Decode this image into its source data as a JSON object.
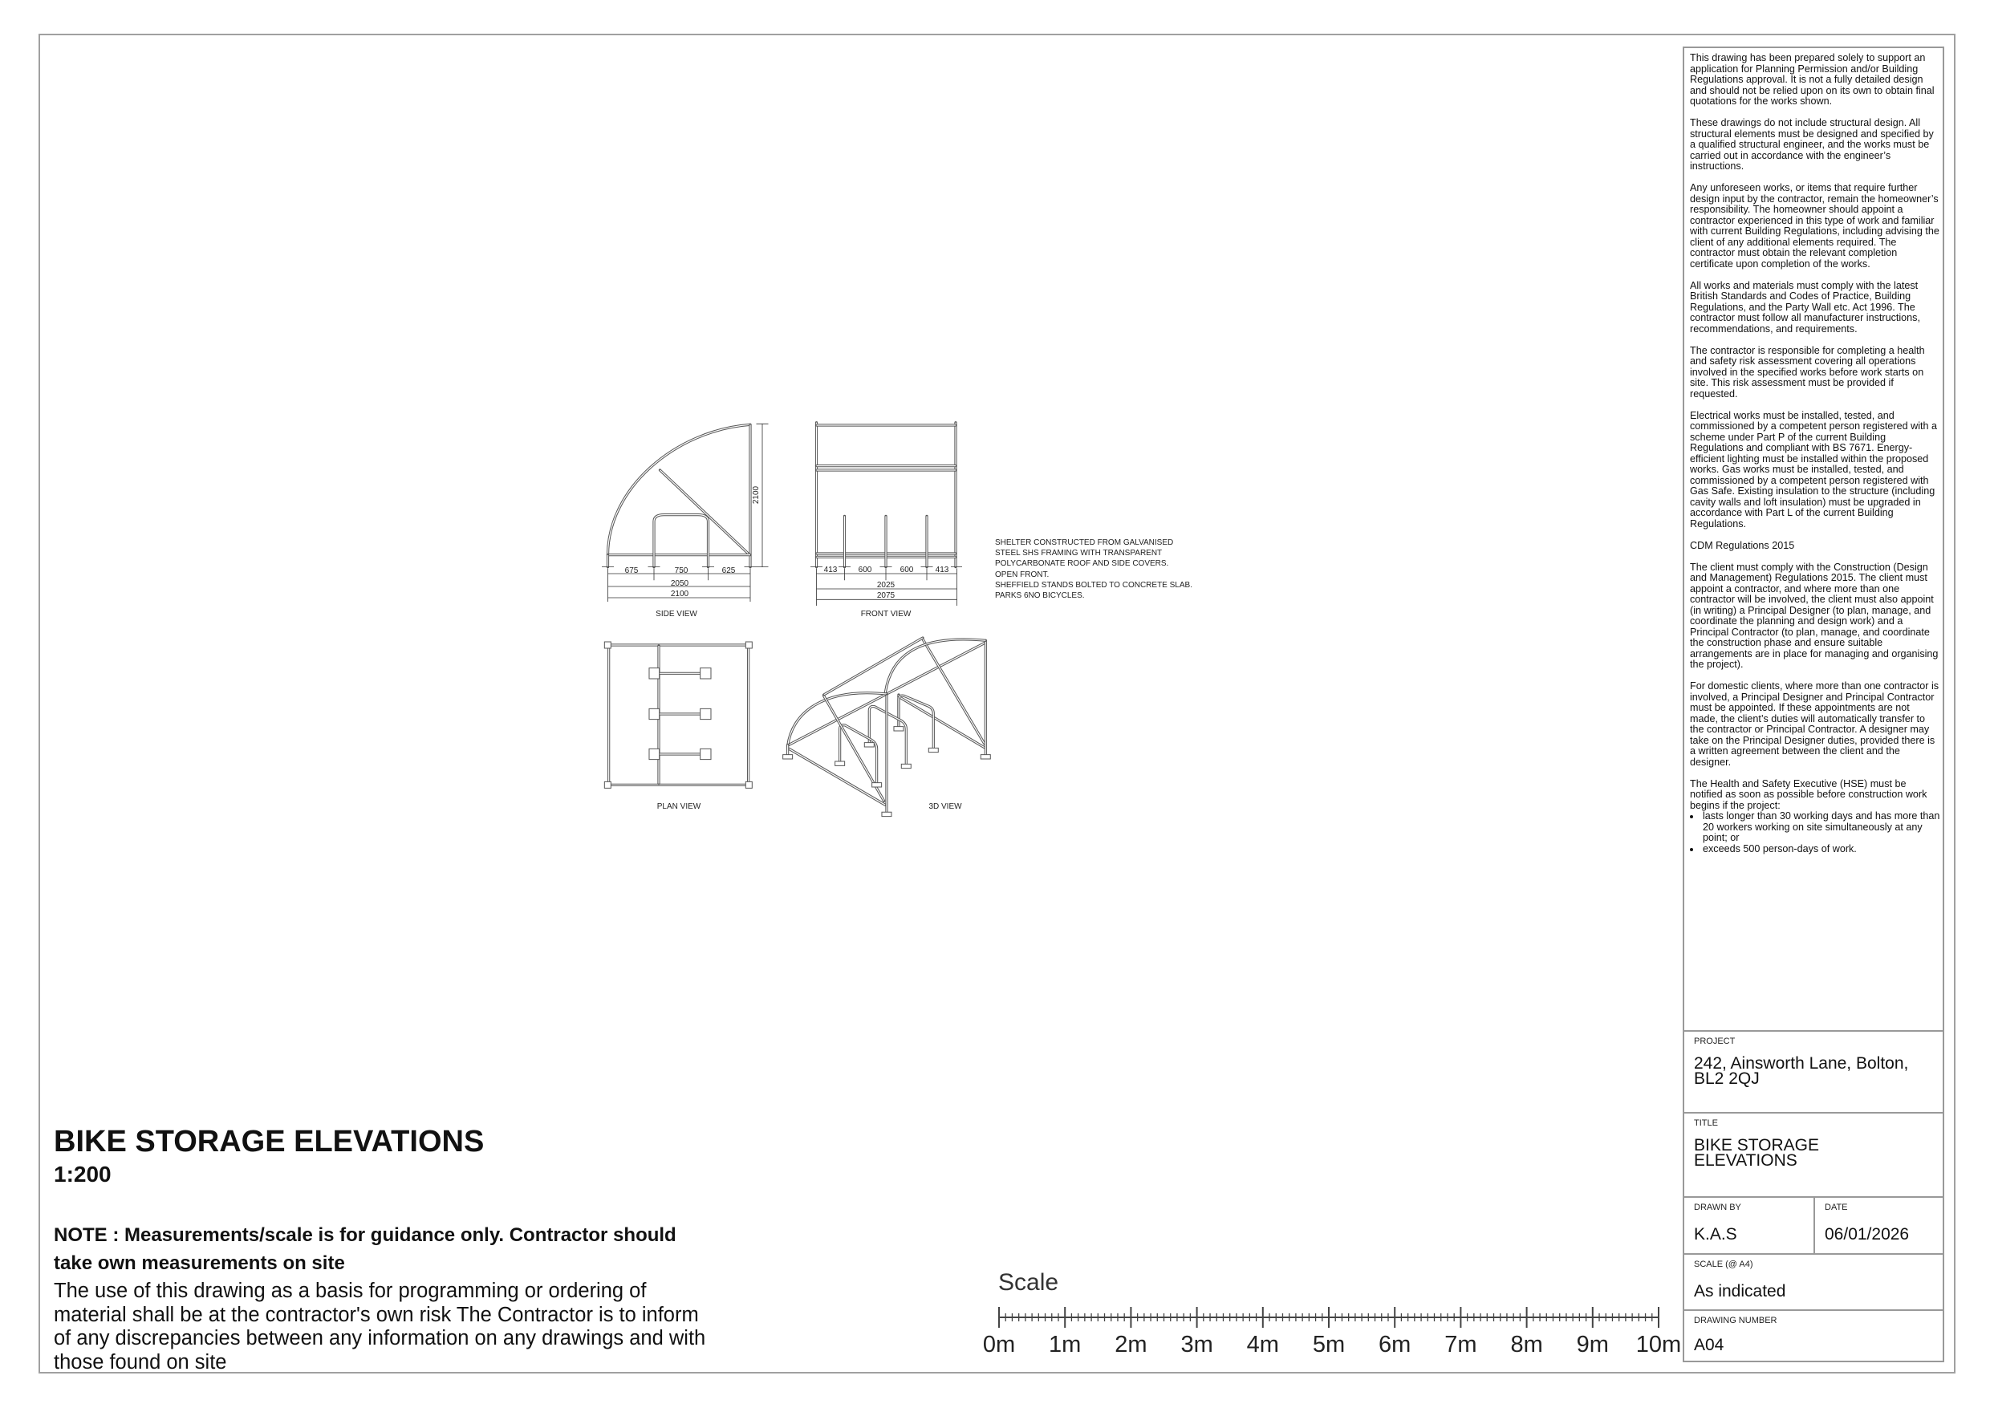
{
  "drawing": {
    "title": "BIKE STORAGE ELEVATIONS",
    "scale": "1:200",
    "note_heading": "NOTE : Measurements/scale is for guidance only. Contractor should take own measurements on site",
    "note_body": "The use of this drawing as a basis for programming or ordering of material shall be at the contractor's own risk The Contractor is to inform of any discrepancies between any information on any drawings and with those found on site",
    "views": {
      "side_view": "SIDE VIEW",
      "front_view": "FRONT VIEW",
      "plan_view": "PLAN VIEW",
      "view_3d": "3D VIEW"
    },
    "side_dims": {
      "d1": "675",
      "d2": "750",
      "d3": "625",
      "inner": "2050",
      "overall": "2100",
      "height": "2100"
    },
    "front_dims": {
      "d1": "413",
      "d2": "600",
      "d3": "600",
      "d4": "413",
      "inner": "2025",
      "overall": "2075"
    },
    "spec_lines": [
      "SHELTER CONSTRUCTED FROM GALVANISED",
      "STEEL SHS FRAMING WITH TRANSPARENT",
      "POLYCARBONATE ROOF AND SIDE COVERS.",
      "OPEN FRONT.",
      "SHEFFIELD STANDS BOLTED TO CONCRETE SLAB.",
      "PARKS 6NO BICYCLES."
    ]
  },
  "scale_bar": {
    "title": "Scale",
    "labels": [
      "0m",
      "1m",
      "2m",
      "3m",
      "4m",
      "5m",
      "6m",
      "7m",
      "8m",
      "9m",
      "10m"
    ]
  },
  "notes": {
    "paragraphs": [
      "This drawing has been prepared solely to support an application for Planning Permission and/or Building Regulations approval. It is not a fully detailed design and should not be relied upon on its own to obtain final quotations for the works shown.",
      "These drawings do not include structural design. All structural elements must be designed and specified by a qualified structural engineer, and the works must be carried out in accordance with the engineer’s instructions.",
      "Any unforeseen works, or items that require further design input by the contractor, remain the homeowner’s responsibility. The homeowner should appoint a contractor experienced in this type of work and familiar with current Building Regulations, including advising the client of any additional elements required. The contractor must obtain the relevant completion certificate upon completion of the works.",
      "All works and materials must comply with the latest British Standards and Codes of Practice, Building Regulations, and the Party Wall etc. Act 1996. The contractor must follow all manufacturer instructions, recommendations, and requirements.",
      "The contractor is responsible for completing a health and safety risk assessment covering all operations involved in the specified works before work starts on site. This risk assessment must be provided if requested.",
      "Electrical works must be installed, tested, and commissioned by a competent person registered with a scheme under Part P of the current Building Regulations and compliant with BS 7671. Energy-efficient lighting must be installed within the proposed works. Gas works must be installed, tested, and commissioned by a competent person registered with Gas Safe. Existing insulation to the structure (including cavity walls and loft insulation) must be upgraded in accordance with Part L of the current Building Regulations.",
      "CDM Regulations 2015",
      "The client must comply with the Construction (Design and Management) Regulations 2015. The client must appoint a contractor, and where more than one contractor will be involved, the client must also appoint (in writing) a Principal Designer (to plan, manage, and coordinate the planning and design work) and a Principal Contractor (to plan, manage, and coordinate the construction phase and ensure suitable arrangements are in place for managing and organising the project).",
      "For domestic clients, where more than one contractor is involved, a Principal Designer and Principal Contractor must be appointed. If these appointments are not made, the client’s duties will automatically transfer to the contractor or Principal Contractor. A designer may take on the Principal Designer duties, provided there is a written agreement between the client and the designer.",
      "The Health and Safety Executive (HSE) must be notified as soon as possible before construction work begins if the project:"
    ],
    "bullets": [
      "lasts longer than 30 working days and has more than 20 workers working on site simultaneously at any point; or",
      "exceeds 500 person-days of work."
    ]
  },
  "title_block": {
    "project_label": "PROJECT",
    "project_line1": "242, Ainsworth Lane, Bolton,",
    "project_line2": "BL2 2QJ",
    "title_label": "TITLE",
    "title_line1": "BIKE STORAGE",
    "title_line2": "ELEVATIONS",
    "drawn_by_label": "DRAWN BY",
    "drawn_by": "K.A.S",
    "date_label": "DATE",
    "date": "06/01/2026",
    "scale_label": "SCALE (@ A4)",
    "scale": "As indicated",
    "drawing_number_label": "DRAWING NUMBER",
    "drawing_number": "A04"
  }
}
